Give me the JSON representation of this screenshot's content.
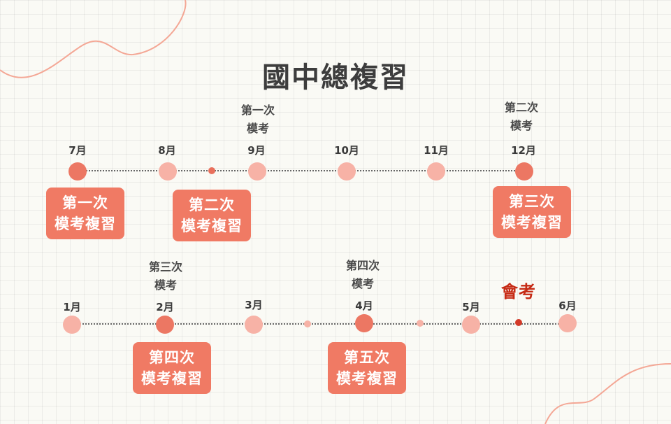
{
  "title": "國中總複習",
  "row1": {
    "months": [
      "7月",
      "8月",
      "9月",
      "10月",
      "11月",
      "12月"
    ],
    "exam_labels": [
      {
        "line1": "第一次",
        "line2": "模考"
      },
      {
        "line1": "第二次",
        "line2": "模考"
      }
    ],
    "reviews": [
      {
        "line1": "第一次",
        "line2": "模考複習"
      },
      {
        "line1": "第二次",
        "line2": "模考複習"
      },
      {
        "line1": "第三次",
        "line2": "模考複習"
      }
    ]
  },
  "row2": {
    "months": [
      "1月",
      "2月",
      "3月",
      "4月",
      "5月",
      "6月"
    ],
    "exam_labels": [
      {
        "line1": "第三次",
        "line2": "模考"
      },
      {
        "line1": "第四次",
        "line2": "模考"
      }
    ],
    "reviews": [
      {
        "line1": "第四次",
        "line2": "模考複習"
      },
      {
        "line1": "第五次",
        "line2": "模考複習"
      }
    ],
    "final_exam": "會考"
  },
  "colors": {
    "accent": "#f07a64",
    "dot_strong": "#ec7763",
    "dot_light": "#f7b2a6",
    "final_exam": "#c62a14",
    "title": "#3d3d3d"
  }
}
